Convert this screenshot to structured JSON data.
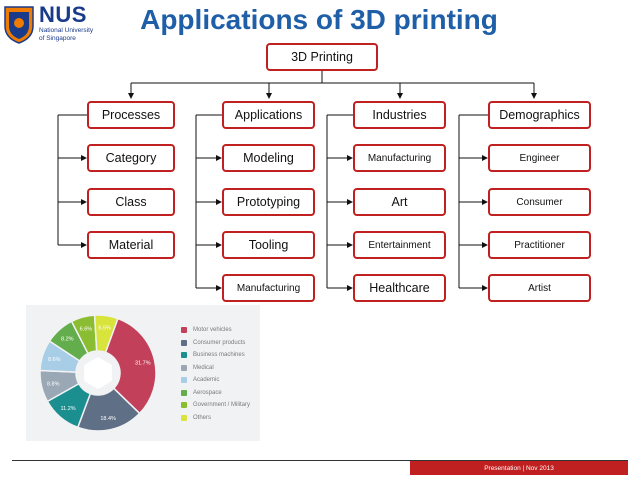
{
  "logo": {
    "name": "NUS",
    "subtitle_line1": "National University",
    "subtitle_line2": "of Singapore"
  },
  "title": "Applications of 3D printing",
  "diagram": {
    "root": "3D Printing",
    "columns": [
      {
        "header": "Processes",
        "items": [
          "Category",
          "Class",
          "Material"
        ]
      },
      {
        "header": "Applications",
        "items": [
          "Modeling",
          "Prototyping",
          "Tooling",
          "Manufacturing"
        ]
      },
      {
        "header": "Industries",
        "items": [
          "Manufacturing",
          "Art",
          "Entertainment",
          "Healthcare"
        ]
      },
      {
        "header": "Demographics",
        "items": [
          "Engineer",
          "Consumer",
          "Practitioner",
          "Artist"
        ]
      }
    ]
  },
  "chart_data": {
    "type": "pie",
    "title": "",
    "categories": [
      "Motor vehicles",
      "Consumer products",
      "Business machines",
      "Medical",
      "Academic",
      "Aerospace",
      "Government / Military",
      "Others"
    ],
    "values": [
      31.7,
      18.4,
      11.2,
      8.8,
      8.6,
      8.2,
      6.6,
      6.5
    ],
    "value_labels": [
      "31.7%",
      "18.4%",
      "11.2%",
      "8.8%",
      "8.6%",
      "8.2%",
      "6.6%",
      "6.5%"
    ],
    "colors": [
      "#c2405a",
      "#5f6f86",
      "#1b8f8f",
      "#9aa7b5",
      "#a8cde6",
      "#64ad4c",
      "#8bbd33",
      "#d8e33c"
    ],
    "legend_position": "right"
  },
  "footer": {
    "text": "Presentation | Nov 2013"
  }
}
